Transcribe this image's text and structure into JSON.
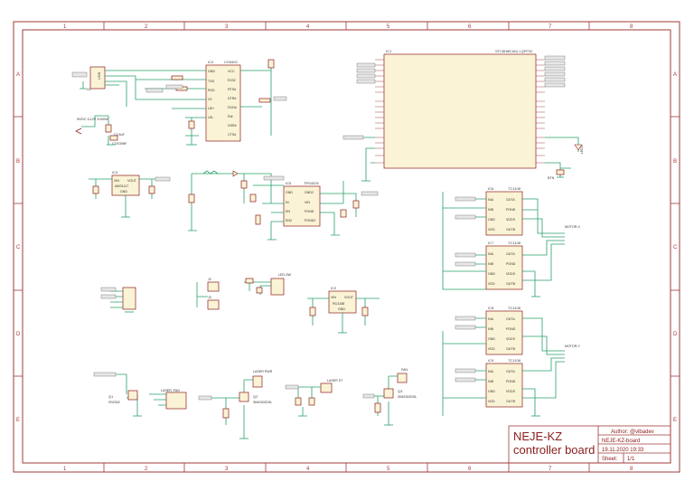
{
  "grid": {
    "columns": [
      "1",
      "2",
      "3",
      "4",
      "5",
      "6",
      "7",
      "8"
    ],
    "rows": [
      "A",
      "B",
      "C",
      "D",
      "E"
    ]
  },
  "title_block": {
    "title_line1": "NEJE-KZ",
    "title_line2": "controller board",
    "author": "Author: @vlbadev",
    "board_name": "NEJE-KZ-board",
    "date": "19.11.2020 19:33",
    "sheet_label": "Sheet:",
    "sheet_value": "1/1"
  },
  "components": {
    "ic1": {
      "ref": "IC1",
      "part": "STC8H8K16U LQFP32"
    },
    "ic4": {
      "ref": "IC4",
      "part": "CH340C",
      "pins_left": [
        "GND",
        "TXD",
        "RXD",
        "V3",
        "UD+",
        "UD-"
      ],
      "pins_right": [
        "VCC",
        "R232",
        "RTS#",
        "DTR#",
        "DCD#",
        "RI#",
        "DSR#",
        "CTS#"
      ]
    },
    "ic3": {
      "ref": "IC3",
      "part": "AMS1117",
      "pins": [
        "VIN",
        "VOUT",
        "GND"
      ]
    },
    "ic5": {
      "ref": "IC5",
      "part": "TPS4025",
      "pins_left": [
        "GND",
        "IN",
        "EN",
        "EN2"
      ],
      "pins_right": [
        "GND2",
        "VIN",
        "PGND",
        "PGND2"
      ]
    },
    "ic6": {
      "ref": "IC6",
      "part": "TC1108",
      "pins_left": [
        "INA",
        "INB",
        "GND",
        "VDD"
      ],
      "pins_right": [
        "OUTA",
        "PGND",
        "VDDS",
        "OUTB"
      ]
    },
    "ic7": {
      "ref": "IC7",
      "part": "TC1108",
      "pins_left": [
        "INA",
        "INB",
        "GND",
        "VDD"
      ],
      "pins_right": [
        "OUTA",
        "PGND",
        "VDDS",
        "OUTB"
      ]
    },
    "ic8": {
      "ref": "IC8",
      "part": "TC1108",
      "pins_left": [
        "INA",
        "INB",
        "GND",
        "VDD"
      ],
      "pins_right": [
        "OUTA",
        "PGND",
        "VDDS",
        "OUTB"
      ]
    },
    "ic9": {
      "ref": "IC9",
      "part": "TC1108",
      "pins_left": [
        "INA",
        "INB",
        "GND",
        "VDD"
      ],
      "pins_right": [
        "OUTA",
        "PGND",
        "VDDS",
        "OUTB"
      ]
    },
    "ic2": {
      "ref": "IC2",
      "part": "RC4158",
      "pins": [
        "VIN",
        "VOUT",
        "GND"
      ]
    },
    "usb": {
      "ref": "X1",
      "part": "USB"
    },
    "motor_x": {
      "ref": "MOTOR-X"
    },
    "motor_y": {
      "ref": "MOTOR-Y"
    },
    "laser_pwr": {
      "label": "LASER PWR"
    },
    "laser_st": {
      "label": "LASER ST"
    },
    "laser_fan": {
      "label": "LASER_FAN"
    },
    "led_sw": {
      "label": "LED-SW"
    },
    "fan": {
      "label": "FAN"
    },
    "q1": {
      "ref": "Q1",
      "part": "SS2302"
    },
    "q2": {
      "ref": "Q2",
      "part": "SIM2302DSL"
    },
    "q3": {
      "ref": "Q3",
      "part": "SIM2302DSL"
    },
    "btn": {
      "ref": "BTN"
    },
    "led": {
      "ref": "LED1"
    }
  }
}
